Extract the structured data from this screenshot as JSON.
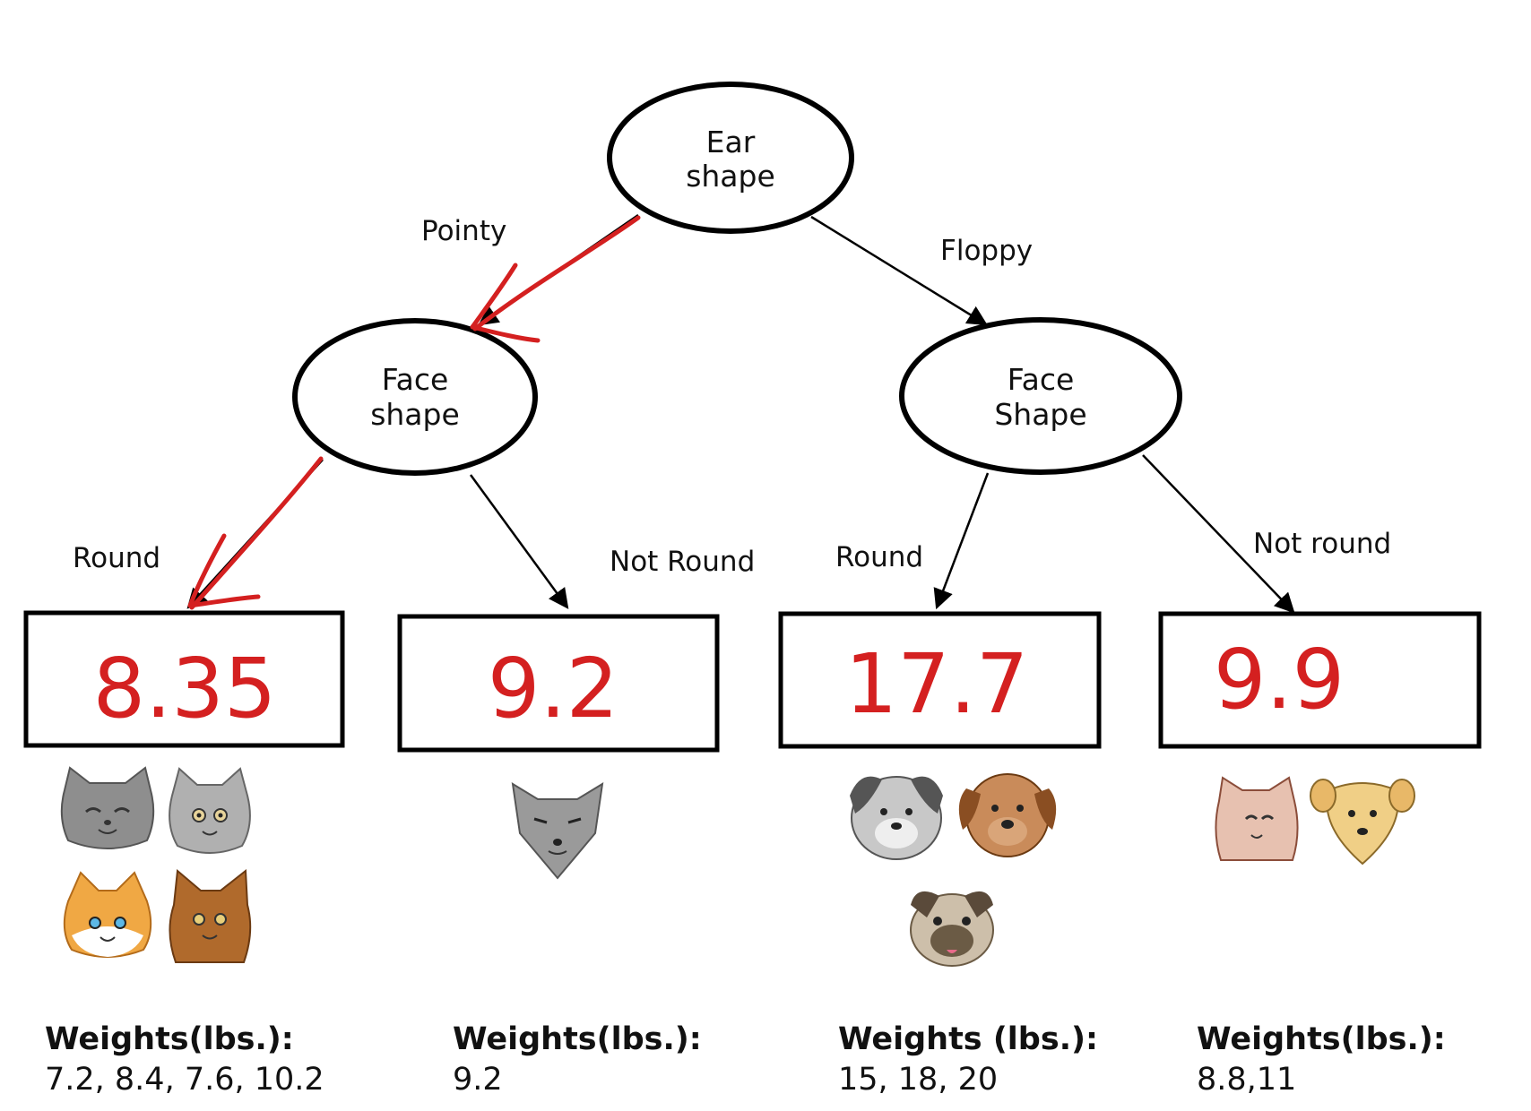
{
  "colors": {
    "annotation": "#d42020",
    "stroke": "#000000",
    "text": "#111111"
  },
  "root": {
    "line1": "Ear",
    "line2": "shape"
  },
  "nodes": {
    "left": {
      "line1": "Face",
      "line2": "shape"
    },
    "right": {
      "line1": "Face",
      "line2": "Shape"
    }
  },
  "edges": {
    "pointy": "Pointy",
    "floppy": "Floppy",
    "left_round": "Round",
    "left_not_round": "Not Round",
    "right_round": "Round",
    "right_not_round": "Not round"
  },
  "leaves": [
    {
      "value": "8.35",
      "weights_title": "Weights(lbs.):",
      "weights": "7.2, 8.4, 7.6, 10.2",
      "animals": [
        "grey-cat",
        "grey-cat",
        "orange-cat",
        "brown-cat"
      ]
    },
    {
      "value": "9.2",
      "weights_title": "Weights(lbs.):",
      "weights": "9.2",
      "animals": [
        "grey-cat"
      ]
    },
    {
      "value": "17.7",
      "weights_title": "Weights (lbs.):",
      "weights": "15,  18, 20",
      "animals": [
        "grey-dog",
        "brown-dog",
        "pug-dog"
      ]
    },
    {
      "value": "9.9",
      "weights_title": "Weights(lbs.):",
      "weights": "8.8,11",
      "animals": [
        "pink-cat",
        "tan-dog"
      ]
    }
  ]
}
